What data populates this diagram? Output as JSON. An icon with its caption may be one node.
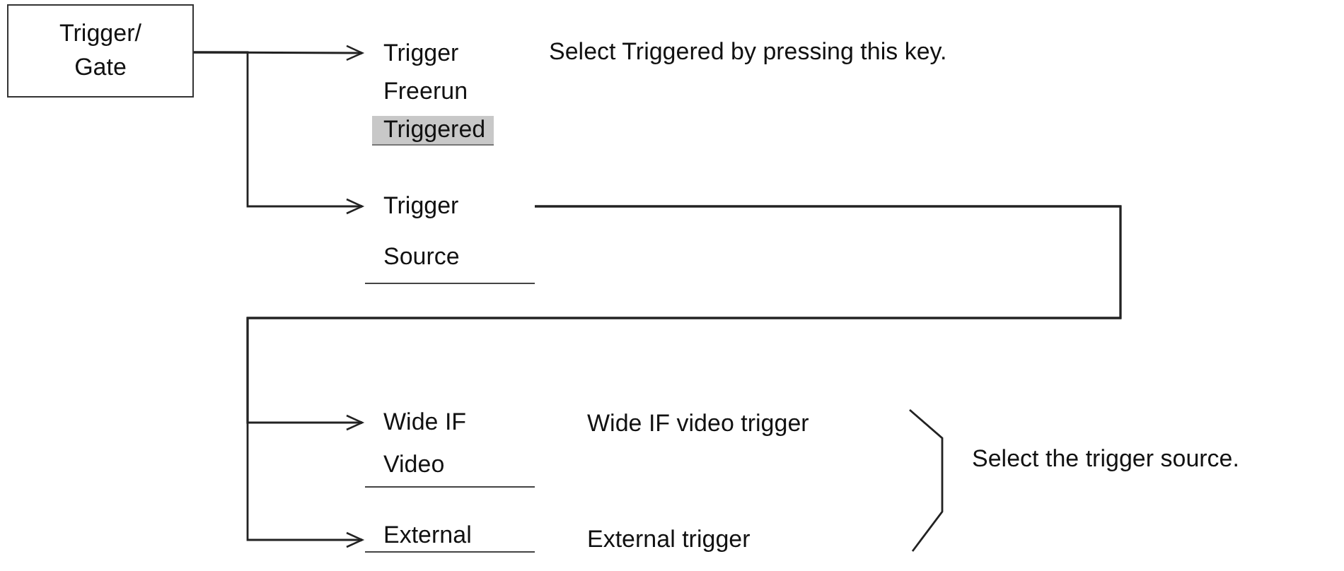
{
  "diagram": {
    "nodes": [
      {
        "text": [
          "Trigger/ Gate"
        ]
      },
      {
        "text": [
          "Trigger",
          "Freerun",
          "Triggered"
        ],
        "beside": [
          "Select Triggered by pressing this key."
        ]
      },
      {
        "text": [
          "Trigger Source"
        ]
      },
      {
        "text": [
          "Wide IF Video"
        ],
        "beside": [
          "Wide IF video trigger"
        ]
      },
      {
        "text": [
          "External"
        ],
        "beside": [
          "External trigger"
        ]
      }
    ],
    "edges": [
      {
        "from": 0,
        "to": 1,
        "arrow": "to"
      },
      {
        "from": 0,
        "to": 2,
        "arrow": "to"
      },
      {
        "from": 2,
        "to": 3,
        "arrow": "to"
      },
      {
        "from": 2,
        "to": 4,
        "arrow": "to"
      }
    ],
    "labels": [
      "Select the trigger source."
    ]
  }
}
